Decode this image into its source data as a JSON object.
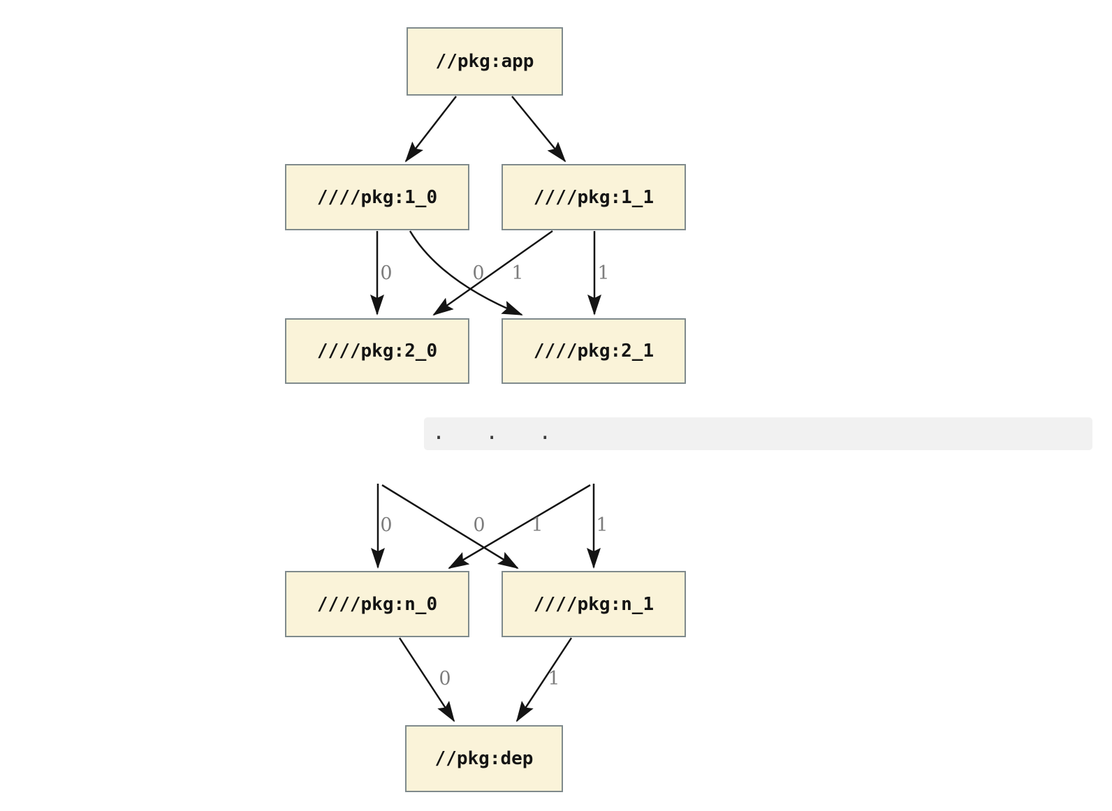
{
  "graph": {
    "nodes": [
      {
        "id": "app",
        "label": "//pkg:app"
      },
      {
        "id": "1_0",
        "label": "////pkg:1_0"
      },
      {
        "id": "1_1",
        "label": "////pkg:1_1"
      },
      {
        "id": "2_0",
        "label": "////pkg:2_0"
      },
      {
        "id": "2_1",
        "label": "////pkg:2_1"
      },
      {
        "id": "n_0",
        "label": "////pkg:n_0"
      },
      {
        "id": "n_1",
        "label": "////pkg:n_1"
      },
      {
        "id": "dep",
        "label": "//pkg:dep"
      }
    ],
    "edges": [
      {
        "from": "app",
        "to": "1_0",
        "label": ""
      },
      {
        "from": "app",
        "to": "1_1",
        "label": ""
      },
      {
        "from": "1_0",
        "to": "2_0",
        "label": "0"
      },
      {
        "from": "1_0",
        "to": "2_1",
        "label": "1"
      },
      {
        "from": "1_1",
        "to": "2_0",
        "label": "0"
      },
      {
        "from": "1_1",
        "to": "2_1",
        "label": "1"
      },
      {
        "from": "ellipsis",
        "to": "n_0",
        "label": "0"
      },
      {
        "from": "ellipsis",
        "to": "n_1",
        "label": "1"
      },
      {
        "from": "ellipsis",
        "to": "n_0",
        "label": "0"
      },
      {
        "from": "ellipsis",
        "to": "n_1",
        "label": "1"
      },
      {
        "from": "n_0",
        "to": "dep",
        "label": "0"
      },
      {
        "from": "n_1",
        "to": "dep",
        "label": "1"
      }
    ],
    "ellipsis": ". . .",
    "colors": {
      "node_fill": "#faf3d9",
      "node_border": "#7f8a8c",
      "edge": "#141414",
      "edge_label": "#7d7d7d",
      "band_fill": "#f1f1f1"
    }
  }
}
